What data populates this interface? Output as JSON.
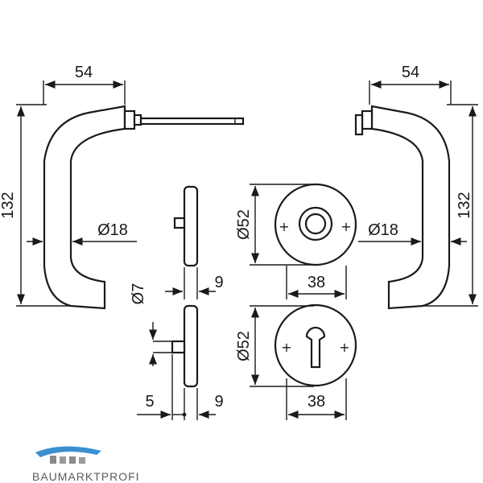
{
  "dimensions": {
    "left_handle_width": "54",
    "left_handle_height": "132",
    "left_handle_diameter": "Ø18",
    "right_handle_width": "54",
    "right_handle_height": "132",
    "right_handle_diameter": "Ø18",
    "round_rose_diameter": "Ø52",
    "round_rose_width": "38",
    "cylinder_rose_diameter": "Ø52",
    "cylinder_rose_width": "38",
    "upper_rose_thickness": "9",
    "lower_rose_thickness": "9",
    "pin_diameter": "Ø7",
    "pin_length": "5"
  },
  "logo": {
    "text": "BAUMARKTPROFI",
    "color": "#3a8fd0"
  }
}
